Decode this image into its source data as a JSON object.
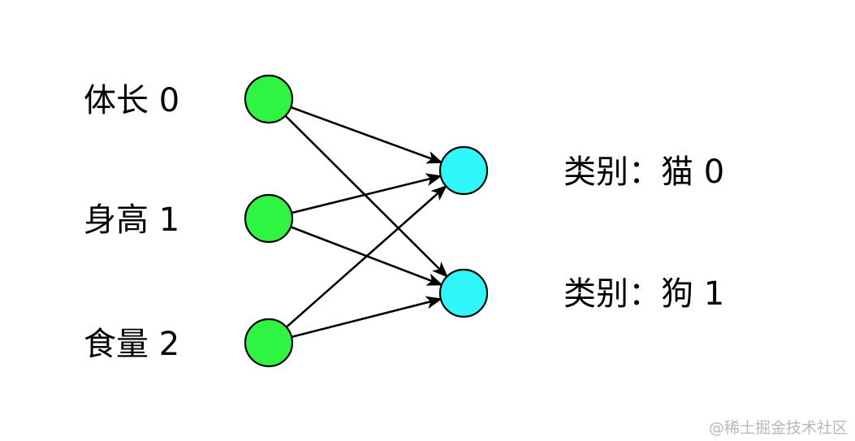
{
  "colors": {
    "input_node": "#2ef542",
    "output_node": "#2ef8fc",
    "edge": "#000000"
  },
  "inputs": [
    {
      "id": "in0",
      "label": "体长 0"
    },
    {
      "id": "in1",
      "label": "身高 1"
    },
    {
      "id": "in2",
      "label": "食量 2"
    }
  ],
  "outputs": [
    {
      "id": "out0",
      "label": "类别：猫 0"
    },
    {
      "id": "out1",
      "label": "类别：狗 1"
    }
  ],
  "edges": [
    {
      "from": "in0",
      "to": "out0"
    },
    {
      "from": "in0",
      "to": "out1"
    },
    {
      "from": "in1",
      "to": "out0"
    },
    {
      "from": "in1",
      "to": "out1"
    },
    {
      "from": "in2",
      "to": "out0"
    },
    {
      "from": "in2",
      "to": "out1"
    }
  ],
  "watermark": "@稀土掘金技术社区"
}
